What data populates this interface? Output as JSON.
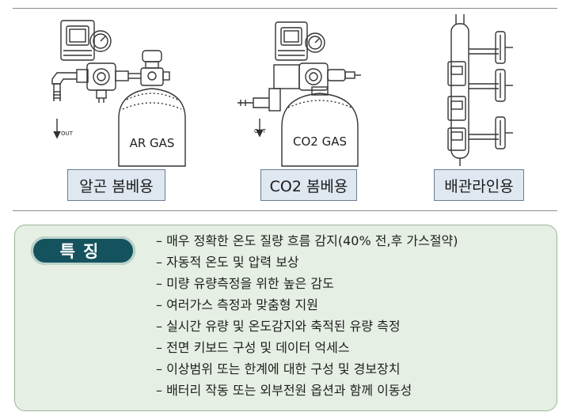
{
  "illustrations": [
    {
      "cylinder_label": "AR GAS",
      "out_label": "OUT",
      "caption": "알곤 봄베용"
    },
    {
      "cylinder_label": "CO2  GAS",
      "out_label": "OUT",
      "caption": "CO2 봄베용"
    },
    {
      "caption": "배관라인용"
    }
  ],
  "features": {
    "badge": "특징",
    "items": [
      "– 매우 정확한 온도 질량 흐름 감지(40% 전,후 가스절약)",
      "– 자동적 온도 및 압력 보상",
      "– 미량 유량측정을 위한 높은 감도",
      "– 여러가스 측정과 맞춤형 지원",
      "– 실시간 유량 및 온도감지와 축적된 유량 측정",
      "– 전면 키보드 구성 및 데이터 억세스",
      "–  이상범위 또는 한계에 대한 구성 및 경보장치",
      "– 배터리 작동 또는 외부전원 옵션과 함께 이동성"
    ]
  },
  "colors": {
    "caption_fill": "#dfe7f1",
    "panel_fill": "#e6efe4",
    "badge_fill": "#14535e"
  }
}
